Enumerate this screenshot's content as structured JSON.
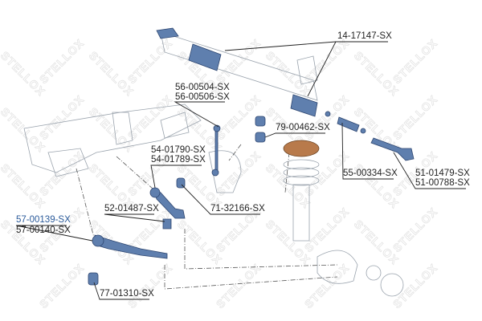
{
  "watermark": "STELLOX",
  "colors": {
    "part": "#5f7fae",
    "highlight_label": "#2a5a9a",
    "spring_seat": "#b87a4b"
  },
  "labels": {
    "steering_rack": "14-17147-SX",
    "stabilizer_link_1": "56-00504-SX",
    "stabilizer_link_2": "56-00506-SX",
    "stabilizer_bushing": "79-00462-SX",
    "upper_arm_1": "54-01790-SX",
    "upper_arm_2": "54-01789-SX",
    "inner_tie_rod": "55-00334-SX",
    "tie_rod_end_1": "51-01479-SX",
    "tie_rod_end_2": "51-00788-SX",
    "ball_joint": "52-01487-SX",
    "arm_bushing": "71-32166-SX",
    "lower_arm_1": "57-00139-SX",
    "lower_arm_2": "57-00140-SX",
    "lower_bushing": "77-01310-SX"
  }
}
